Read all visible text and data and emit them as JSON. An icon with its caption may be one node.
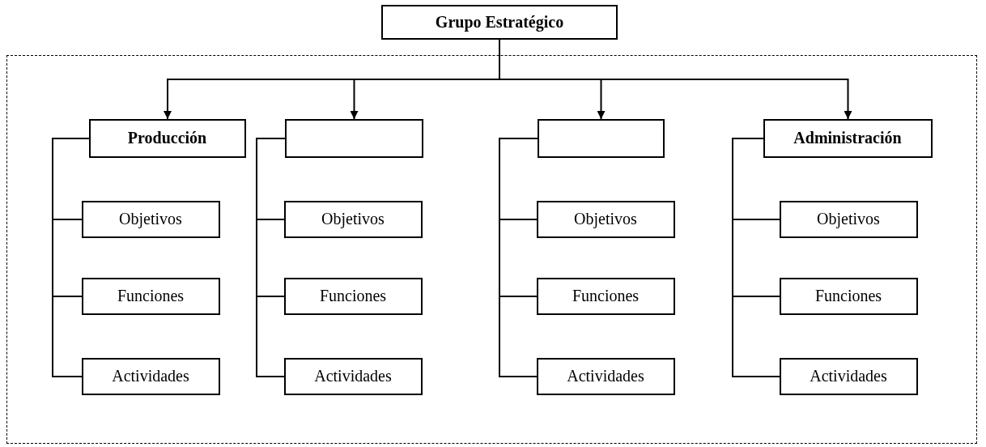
{
  "diagram": {
    "nodes": [
      {
        "text": [
          "Grupo Estratégico"
        ]
      },
      {
        "text": [],
        "shape": "box"
      },
      {
        "text": [
          "Producción"
        ],
        "in": 1
      },
      {
        "text": [
          "Objetivos"
        ],
        "in": 1
      },
      {
        "text": [
          "Funciones"
        ],
        "in": 1
      },
      {
        "text": [
          "Actividades"
        ],
        "in": 1
      },
      {
        "text": [],
        "shape": "box",
        "in": 1
      },
      {
        "text": [
          "Objetivos"
        ],
        "in": 1
      },
      {
        "text": [
          "Funciones"
        ],
        "in": 1
      },
      {
        "text": [
          "Actividades"
        ],
        "in": 1
      },
      {
        "text": [],
        "shape": "box",
        "in": 1
      },
      {
        "text": [
          "Objetivos"
        ],
        "in": 1
      },
      {
        "text": [
          "Funciones"
        ],
        "in": 1
      },
      {
        "text": [
          "Actividades"
        ],
        "in": 1
      },
      {
        "text": [
          "Administración"
        ],
        "in": 1
      },
      {
        "text": [
          "Objetivos"
        ],
        "in": 1
      },
      {
        "text": [
          "Funciones"
        ],
        "in": 1
      },
      {
        "text": [
          "Actividades"
        ],
        "in": 1
      }
    ],
    "edges": [
      {
        "from": 0,
        "to": 2,
        "arrow": "to"
      },
      {
        "from": 0,
        "to": 6,
        "arrow": "to"
      },
      {
        "from": 0,
        "to": 10,
        "arrow": "to"
      },
      {
        "from": 0,
        "to": 14,
        "arrow": "to"
      },
      {
        "from": 2,
        "to": 3,
        "arrow": "none"
      },
      {
        "from": 2,
        "to": 4,
        "arrow": "none"
      },
      {
        "from": 2,
        "to": 5,
        "arrow": "none"
      },
      {
        "from": 6,
        "to": 7,
        "arrow": "none"
      },
      {
        "from": 6,
        "to": 8,
        "arrow": "none"
      },
      {
        "from": 6,
        "to": 9,
        "arrow": "none"
      },
      {
        "from": 10,
        "to": 11,
        "arrow": "none"
      },
      {
        "from": 10,
        "to": 12,
        "arrow": "none"
      },
      {
        "from": 10,
        "to": 13,
        "arrow": "none"
      },
      {
        "from": 14,
        "to": 15,
        "arrow": "none"
      },
      {
        "from": 14,
        "to": 16,
        "arrow": "none"
      },
      {
        "from": 14,
        "to": 17,
        "arrow": "none"
      }
    ]
  }
}
